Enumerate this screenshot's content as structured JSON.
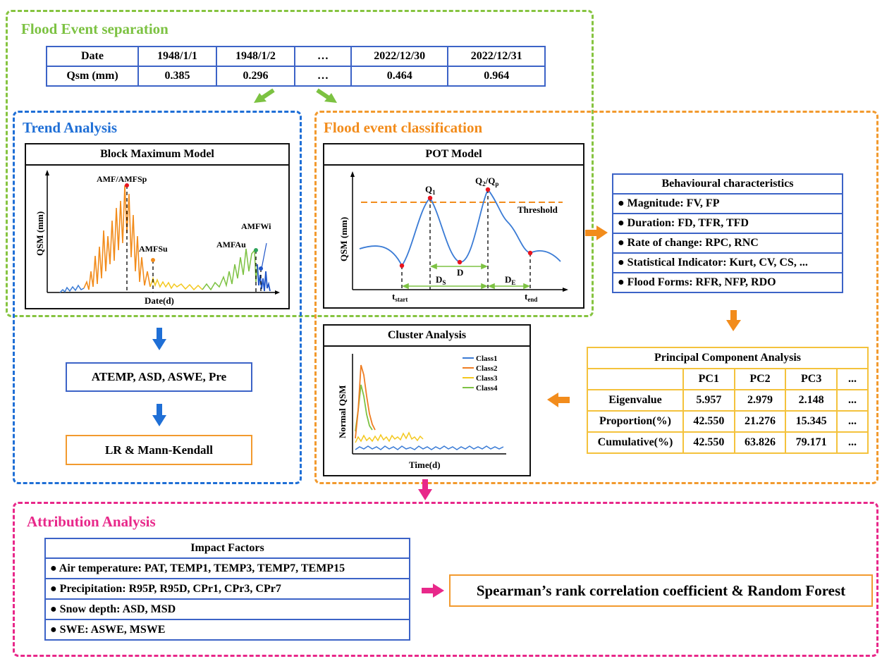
{
  "colors": {
    "green": "#7cc242",
    "blue": "#1f6fd6",
    "orange": "#f28c1c",
    "pink": "#e8288a",
    "yellow": "#f4c23c",
    "table_border": "#3c63c7"
  },
  "flood_separation": {
    "title": "Flood Event separation",
    "table": {
      "header": [
        "Date",
        "1948/1/1",
        "1948/1/2",
        "…",
        "2022/12/30",
        "2022/12/31"
      ],
      "row": [
        "Qsm (mm)",
        "0.385",
        "0.296",
        "…",
        "0.464",
        "0.964"
      ]
    }
  },
  "trend": {
    "title": "Trend Analysis",
    "panel_title": "Block Maximum Model",
    "ylabel": "QSM (mm)",
    "xlabel": "Date(d)",
    "annotations": {
      "amf": "AMF/AMFSp",
      "amfsu": "AMFSu",
      "amfau": "AMFAu",
      "amfwi": "AMFWi"
    },
    "box1": "ATEMP, ASD, ASWE, Pre",
    "box2": "LR & Mann-Kendall"
  },
  "classification": {
    "title": "Flood event classification",
    "pot": {
      "panel_title": "POT Model",
      "ylabel": "QSM (mm)",
      "threshold": "Threshold",
      "q1": "Q",
      "q1_sub": "1",
      "q2": "Q",
      "q2_sub": "2",
      "qp_prefix": "/Q",
      "qp_sub": "p",
      "d": "D",
      "ds": "D",
      "ds_sub": "S",
      "de": "D",
      "de_sub": "E",
      "tstart": "t",
      "tstart_sub": "start",
      "tend": "t",
      "tend_sub": "end"
    },
    "behaviour": {
      "title": "Behavioural characteristics",
      "items": [
        "● Magnitude: FV, FP",
        "● Duration: FD, TFR, TFD",
        "● Rate of change: RPC, RNC",
        "● Statistical Indicator: Kurt, CV, CS, ...",
        "● Flood Forms: RFR, NFP, RDO"
      ]
    },
    "pca": {
      "title": "Principal Component Analysis",
      "header": [
        "",
        "PC1",
        "PC2",
        "PC3",
        "..."
      ],
      "rows": [
        [
          "Eigenvalue",
          "5.957",
          "2.979",
          "2.148",
          "..."
        ],
        [
          "Proportion(%)",
          "42.550",
          "21.276",
          "15.345",
          "..."
        ],
        [
          "Cumulative(%)",
          "42.550",
          "63.826",
          "79.171",
          "..."
        ]
      ]
    },
    "cluster": {
      "panel_title": "Cluster Analysis",
      "ylabel": "Normal QSM",
      "xlabel": "Time(d)",
      "legend": [
        {
          "name": "Class1",
          "color": "#3a7bd5"
        },
        {
          "name": "Class2",
          "color": "#ef7d22"
        },
        {
          "name": "Class3",
          "color": "#f4c81e"
        },
        {
          "name": "Class4",
          "color": "#7dc243"
        }
      ]
    }
  },
  "attribution": {
    "title": "Attribution Analysis",
    "impact": {
      "title": "Impact Factors",
      "items": [
        "● Air temperature: PAT, TEMP1, TEMP3, TEMP7, TEMP15",
        "● Precipitation: R95P, R95D, CPr1, CPr3, CPr7",
        "● Snow depth: ASD, MSD",
        "● SWE: ASWE, MSWE"
      ]
    },
    "result": "Spearman’s rank correlation coefficient & Random Forest"
  }
}
